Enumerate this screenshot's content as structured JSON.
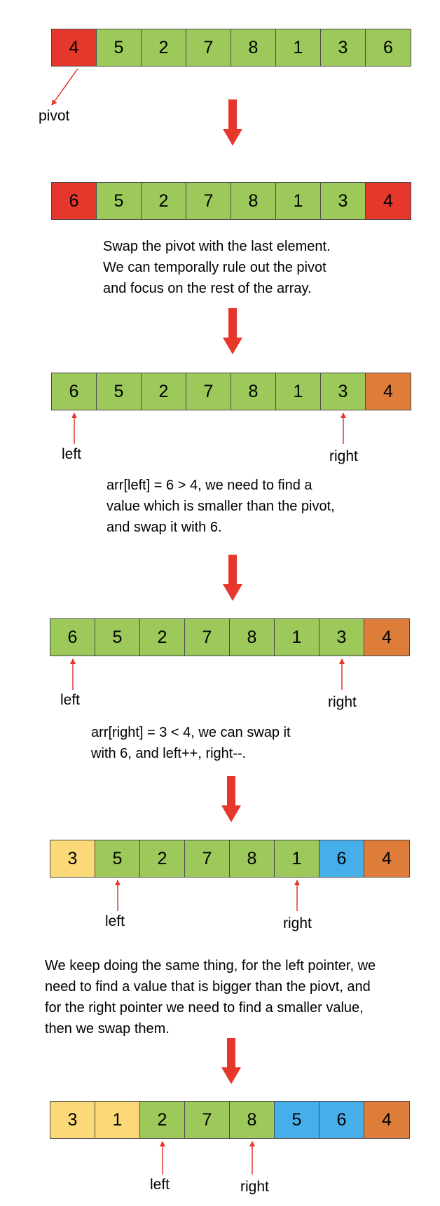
{
  "stages": [
    {
      "cells": [
        {
          "value": "4",
          "color": "#e5372b"
        },
        {
          "value": "5",
          "color": "#9cc95a"
        },
        {
          "value": "2",
          "color": "#9cc95a"
        },
        {
          "value": "7",
          "color": "#9cc95a"
        },
        {
          "value": "8",
          "color": "#9cc95a"
        },
        {
          "value": "1",
          "color": "#9cc95a"
        },
        {
          "value": "3",
          "color": "#9cc95a"
        },
        {
          "value": "6",
          "color": "#9cc95a"
        }
      ],
      "labels": {
        "pivot": "pivot"
      }
    },
    {
      "cells": [
        {
          "value": "6",
          "color": "#e5372b"
        },
        {
          "value": "5",
          "color": "#9cc95a"
        },
        {
          "value": "2",
          "color": "#9cc95a"
        },
        {
          "value": "7",
          "color": "#9cc95a"
        },
        {
          "value": "8",
          "color": "#9cc95a"
        },
        {
          "value": "1",
          "color": "#9cc95a"
        },
        {
          "value": "3",
          "color": "#9cc95a"
        },
        {
          "value": "4",
          "color": "#e5372b"
        }
      ],
      "description": [
        "Swap the pivot with the last element.",
        "We can temporally rule out the pivot",
        "and focus on the rest of the array."
      ]
    },
    {
      "cells": [
        {
          "value": "6",
          "color": "#9cc95a"
        },
        {
          "value": "5",
          "color": "#9cc95a"
        },
        {
          "value": "2",
          "color": "#9cc95a"
        },
        {
          "value": "7",
          "color": "#9cc95a"
        },
        {
          "value": "8",
          "color": "#9cc95a"
        },
        {
          "value": "1",
          "color": "#9cc95a"
        },
        {
          "value": "3",
          "color": "#9cc95a"
        },
        {
          "value": "4",
          "color": "#de7d3a"
        }
      ],
      "labels": {
        "left": "left",
        "right": "right"
      },
      "description": [
        "arr[left]  = 6 > 4,  we need to find a",
        "value which is smaller than the pivot,",
        "and swap it with 6."
      ]
    },
    {
      "cells": [
        {
          "value": "6",
          "color": "#9cc95a"
        },
        {
          "value": "5",
          "color": "#9cc95a"
        },
        {
          "value": "2",
          "color": "#9cc95a"
        },
        {
          "value": "7",
          "color": "#9cc95a"
        },
        {
          "value": "8",
          "color": "#9cc95a"
        },
        {
          "value": "1",
          "color": "#9cc95a"
        },
        {
          "value": "3",
          "color": "#9cc95a"
        },
        {
          "value": "4",
          "color": "#de7d3a"
        }
      ],
      "labels": {
        "left": "left",
        "right": "right"
      },
      "description": [
        "arr[right]  = 3 < 4,  we can swap it",
        "with 6, and left++, right--."
      ]
    },
    {
      "cells": [
        {
          "value": "3",
          "color": "#fbd978"
        },
        {
          "value": "5",
          "color": "#9cc95a"
        },
        {
          "value": "2",
          "color": "#9cc95a"
        },
        {
          "value": "7",
          "color": "#9cc95a"
        },
        {
          "value": "8",
          "color": "#9cc95a"
        },
        {
          "value": "1",
          "color": "#9cc95a"
        },
        {
          "value": "6",
          "color": "#46aee9"
        },
        {
          "value": "4",
          "color": "#de7d3a"
        }
      ],
      "labels": {
        "left": "left",
        "right": "right"
      },
      "description": [
        "We keep doing the same thing, for the left pointer, we",
        "need to find a value that is bigger than the piovt, and",
        "for the right pointer we need to find a smaller value,",
        "then we swap them."
      ]
    },
    {
      "cells": [
        {
          "value": "3",
          "color": "#fbd978"
        },
        {
          "value": "1",
          "color": "#fbd978"
        },
        {
          "value": "2",
          "color": "#9cc95a"
        },
        {
          "value": "7",
          "color": "#9cc95a"
        },
        {
          "value": "8",
          "color": "#9cc95a"
        },
        {
          "value": "5",
          "color": "#46aee9"
        },
        {
          "value": "6",
          "color": "#46aee9"
        },
        {
          "value": "4",
          "color": "#de7d3a"
        }
      ],
      "labels": {
        "left": "left",
        "right": "right"
      }
    }
  ],
  "colors": {
    "arrow": "#e5372b",
    "pointer": "#e5372b"
  }
}
